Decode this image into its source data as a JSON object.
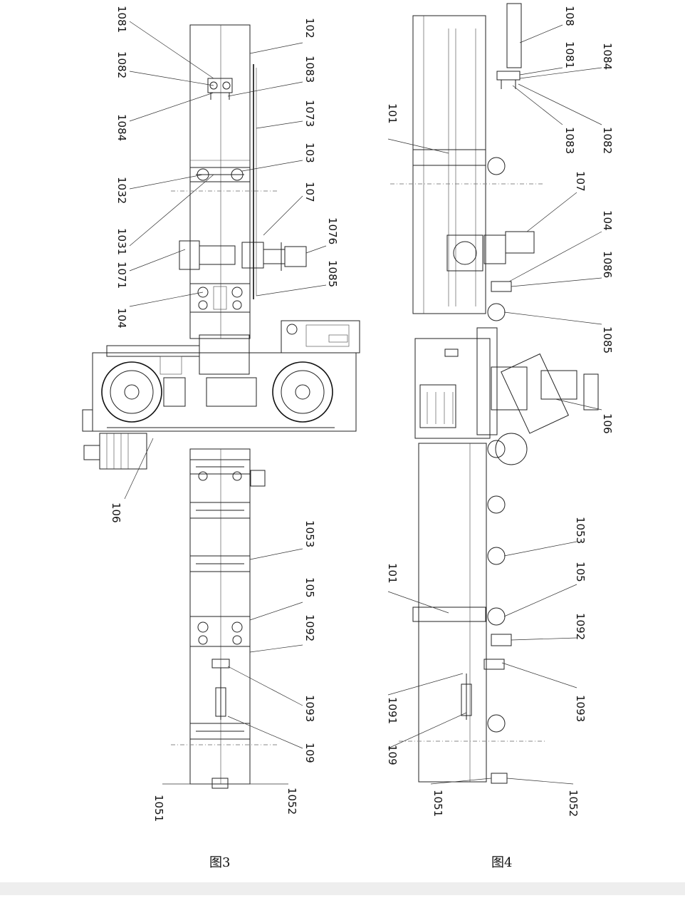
{
  "figures": [
    {
      "caption": "图3",
      "labels": [
        "102",
        "1081",
        "1082",
        "1083",
        "1084",
        "1073",
        "103",
        "1032",
        "1031",
        "107",
        "1076",
        "1071",
        "1085",
        "104",
        "106",
        "1053",
        "105",
        "1092",
        "1093",
        "109",
        "1051",
        "1052"
      ]
    },
    {
      "caption": "图4",
      "labels": [
        "108",
        "1081",
        "1084",
        "1083",
        "1082",
        "101",
        "107",
        "104",
        "1086",
        "1085",
        "106",
        "1053",
        "105",
        "101",
        "1092",
        "1093",
        "1091",
        "109",
        "1051",
        "1052"
      ]
    }
  ]
}
